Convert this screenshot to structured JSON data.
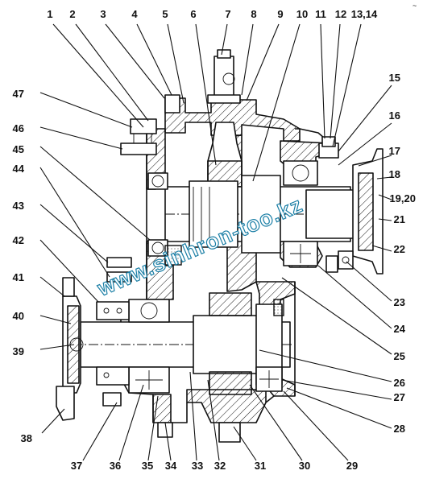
{
  "callouts": [
    "1",
    "2",
    "3",
    "4",
    "5",
    "6",
    "7",
    "8",
    "9",
    "10",
    "11",
    "12",
    "13,14",
    "15",
    "16",
    "17",
    "18",
    "19,20",
    "21",
    "22",
    "23",
    "24",
    "25",
    "26",
    "27",
    "28",
    "29",
    "30",
    "31",
    "32",
    "33",
    "34",
    "35",
    "36",
    "37",
    "38",
    "39",
    "40",
    "41",
    "42",
    "43",
    "44",
    "45",
    "46",
    "47"
  ],
  "watermark": "www.sinhron-too.kz",
  "corner_mark": "~",
  "colors": {
    "ink": "#111111",
    "watermark": "#1b7fa6",
    "background": "#ffffff"
  }
}
